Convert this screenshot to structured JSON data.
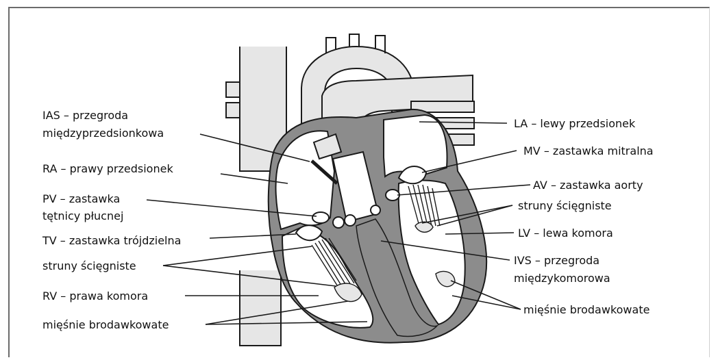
{
  "labels": {
    "ias_1": "IAS – przegroda",
    "ias_2": "międzyprzedsionkowa",
    "ra": "RA – prawy przedsionek",
    "pv_1": "PV – zastawka",
    "pv_2": "tętnicy płucnej",
    "tv": "TV – zastawka trójdzielna",
    "struny_left": "struny ścięgniste",
    "rv": "RV – prawa komora",
    "miesnie_left": "mięśnie brodawkowate",
    "la": "LA – lewy przedsionek",
    "mv": "MV – zastawka mitralna",
    "av": "AV – zastawka aorty",
    "struny_right": "struny ścięgniste",
    "lv": "LV – lewa komora",
    "ivs_1": "IVS – przegroda",
    "ivs_2": "międzykomorowa",
    "miesnie_right": "mięśnie brodawkowate"
  },
  "colors": {
    "outline": "#1a1a1a",
    "vessel_fill": "#e6e6e6",
    "muscle_fill": "#8c8c8c",
    "chamber_fill": "#ffffff",
    "frame": "#6b6b6b"
  }
}
